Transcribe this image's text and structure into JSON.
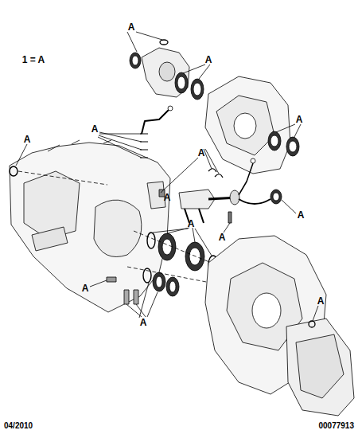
{
  "diagram": {
    "labels": [
      "1 = A",
      "A",
      "A",
      "A",
      "A",
      "A",
      "A",
      "A",
      "A",
      "A",
      "A",
      "A",
      "A",
      "A",
      "04/2010",
      "00077913"
    ]
  }
}
